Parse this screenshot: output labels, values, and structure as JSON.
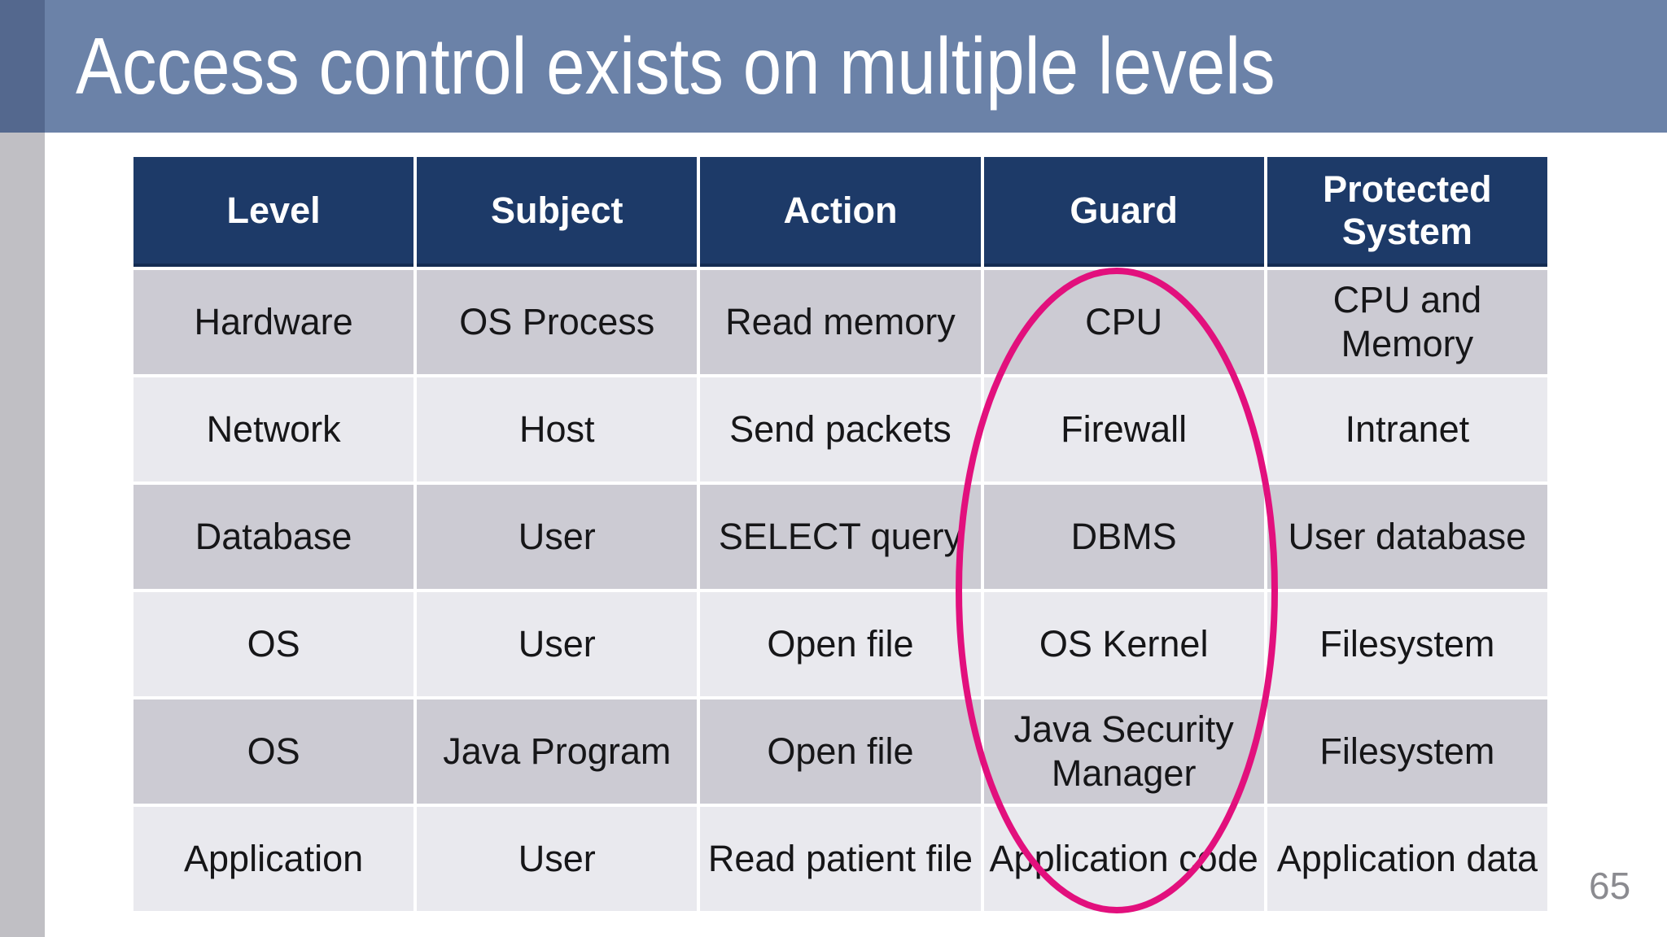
{
  "slide": {
    "title": "Access control exists on multiple levels",
    "page_number": "65",
    "colors": {
      "title_band": "#6b82a8",
      "stripe_top": "#54688e",
      "stripe_side": "#c0bfc4",
      "table_header_bg": "#1d3a68",
      "row_dark": "#cccbd3",
      "row_light": "#e9e9ee",
      "highlight_pink": "#e2107d",
      "title_text": "#ffffff",
      "cell_text": "#161618",
      "page_number_text": "#8b8b90"
    }
  },
  "table": {
    "headers": [
      "Level",
      "Subject",
      "Action",
      "Guard",
      "Protected System"
    ],
    "rows": [
      [
        "Hardware",
        "OS Process",
        "Read memory",
        "CPU",
        "CPU and Memory"
      ],
      [
        "Network",
        "Host",
        "Send packets",
        "Firewall",
        "Intranet"
      ],
      [
        "Database",
        "User",
        "SELECT query",
        "DBMS",
        "User database"
      ],
      [
        "OS",
        "User",
        "Open file",
        "OS Kernel",
        "Filesystem"
      ],
      [
        "OS",
        "Java Program",
        "Open file",
        "Java Security Manager",
        "Filesystem"
      ],
      [
        "Application",
        "User",
        "Read patient file",
        "Application code",
        "Application data"
      ]
    ]
  },
  "annotation": {
    "shape": "ellipse",
    "color": "#e2107d"
  }
}
